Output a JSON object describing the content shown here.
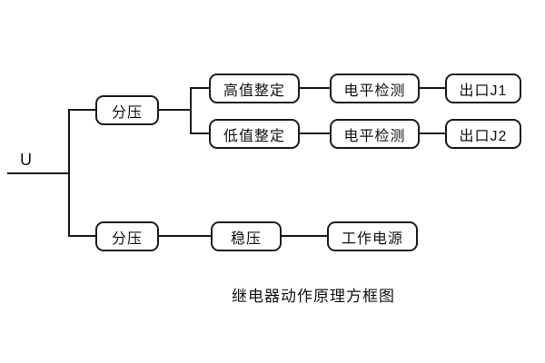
{
  "diagram": {
    "input_label": "U",
    "caption": "继电器动作原理方框图",
    "boxes": {
      "divider_top": "分压",
      "high_setting": "高值整定",
      "low_setting": "低值整定",
      "level_detect_1": "电平检测",
      "level_detect_2": "电平检测",
      "output_j1": "出口J1",
      "output_j2": "出口J2",
      "divider_bottom": "分压",
      "regulator": "稳压",
      "working_power": "工作电源"
    }
  }
}
